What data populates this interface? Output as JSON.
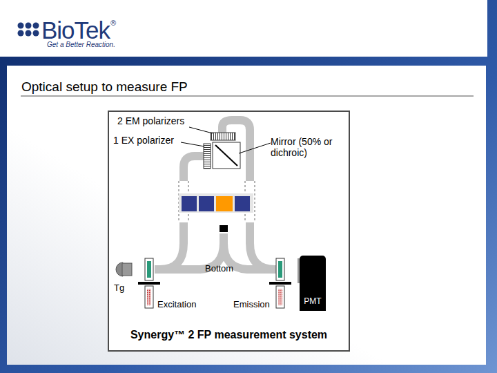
{
  "diagram": {
    "title": "Optical setup to measure FP",
    "caption": "Synergy™ 2 FP measurement system",
    "nodes": [
      {
        "text": [
          "PMT"
        ]
      }
    ],
    "labels": [
      "BioTek",
      "®",
      "Get a Better Reaction.",
      "2 EM polarizers",
      "1 EX polarizer",
      "Mirror (50% or dichroic)",
      "Bottom",
      "Tg",
      "Excitation",
      "Emission"
    ]
  }
}
